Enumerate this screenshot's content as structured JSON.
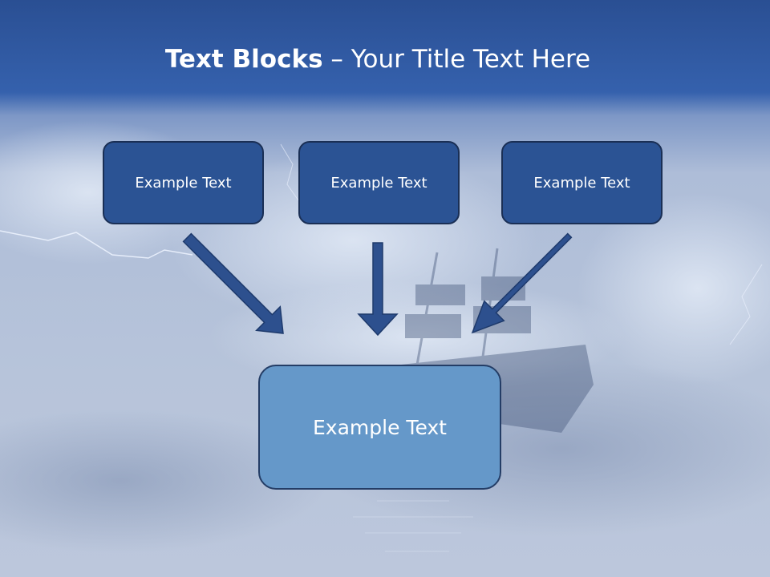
{
  "title": {
    "bold": "Text Blocks",
    "separator": " – ",
    "rest": "Your Title Text Here"
  },
  "blocks": {
    "top_left": "Example Text",
    "top_center": "Example Text",
    "top_right": "Example Text",
    "bottom": "Example Text"
  },
  "colors": {
    "header": "#2d5aa4",
    "box_fill": "#2b5394",
    "box_border": "#1a2f55",
    "bottom_box_fill": "#6598c9",
    "arrow": "#2d508e"
  }
}
